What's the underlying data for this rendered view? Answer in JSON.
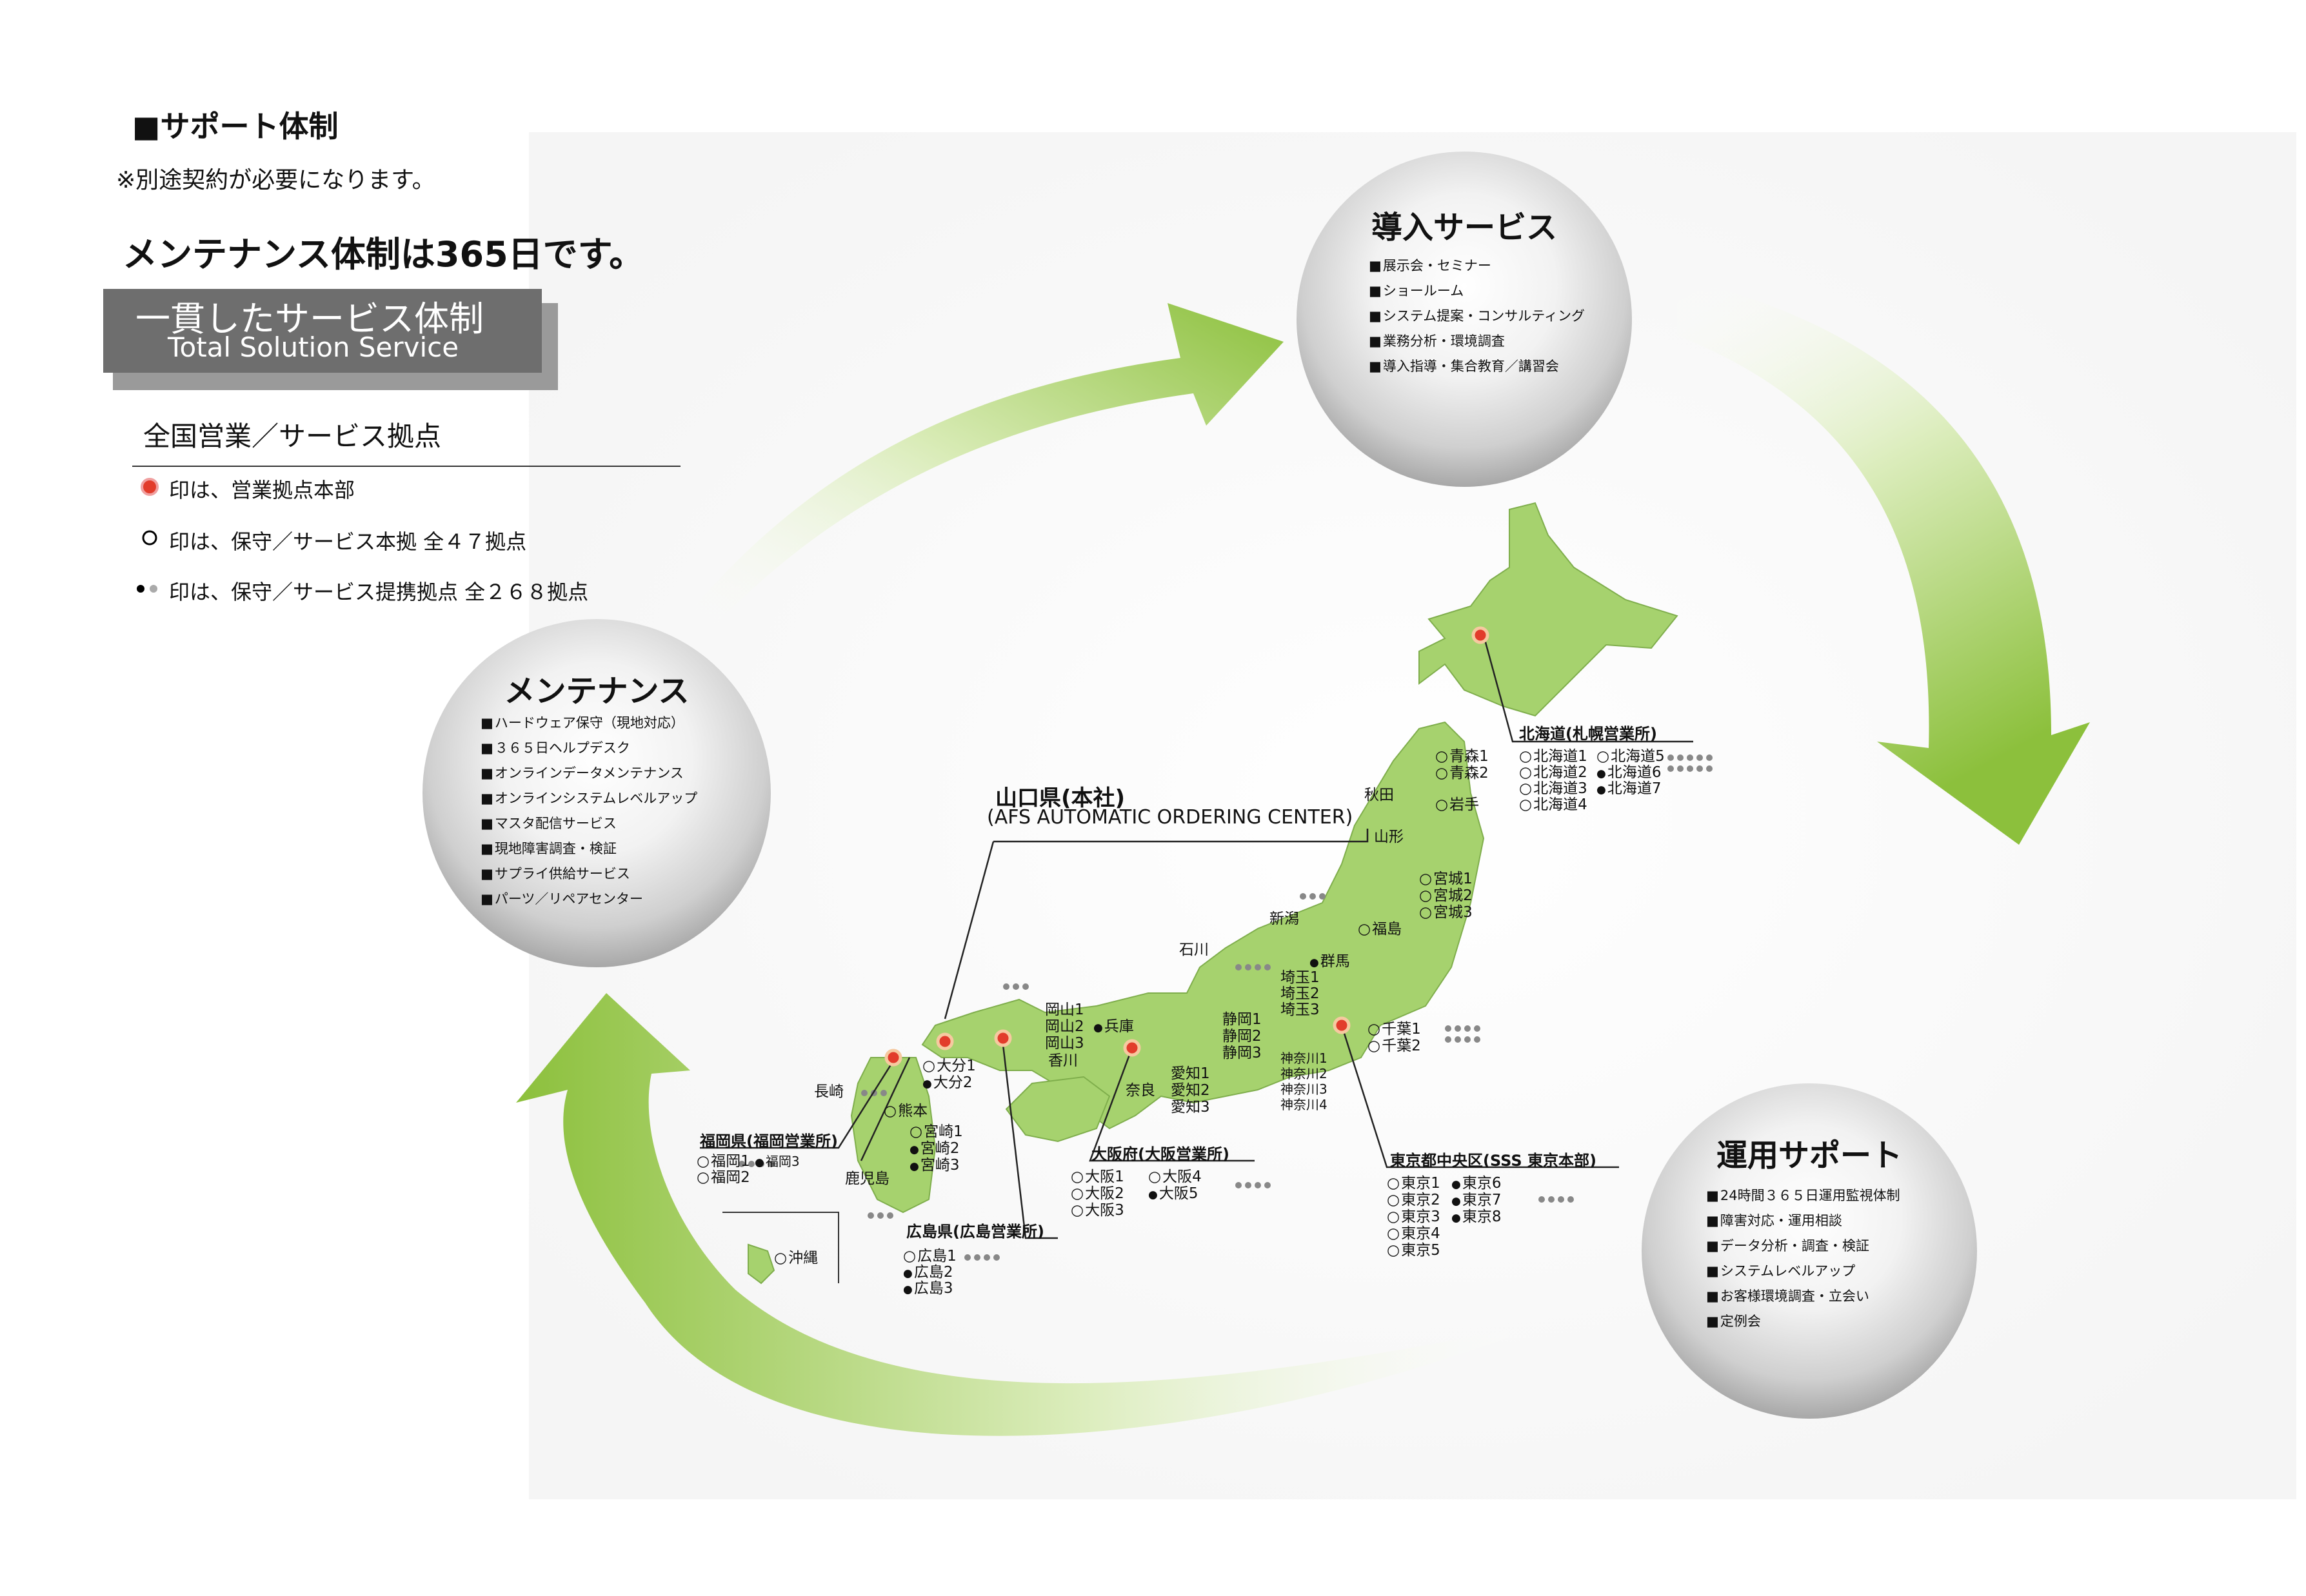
{
  "header": {
    "title": "■サポート体制",
    "note": "※別途契約が必要になります。",
    "headline": "メンテナンス体制は365日です。",
    "banner_jp": "一貫したサービス体制",
    "banner_en": "Total Solution Service"
  },
  "bases": {
    "title": "全国営業／サービス拠点",
    "legend": [
      "印は、営業拠点本部",
      "印は、保守／サービス本拠 全４７拠点",
      "印は、保守／サービス提携拠点 全２６８拠点"
    ]
  },
  "bubbles": {
    "intro": {
      "title": "導入サービス",
      "items": [
        "展示会・セミナー",
        "ショールーム",
        "システム提案・コンサルティング",
        "業務分析・環境調査",
        "導入指導・集合教育／講習会"
      ]
    },
    "maintenance": {
      "title": "メンテナンス",
      "items": [
        "ハードウェア保守（現地対応）",
        "３６５日ヘルプデスク",
        "オンラインデータメンテナンス",
        "オンラインシステムレベルアップ",
        "マスタ配信サービス",
        "現地障害調査・検証",
        "サプライ供給サービス",
        "パーツ／リペアセンター"
      ]
    },
    "operation": {
      "title": "運用サポート",
      "items": [
        "24時間３６５日運用監視体制",
        "障害対応・運用相談",
        "データ分析・調査・検証",
        "システムレベルアップ",
        "お客様環境調査・立会い",
        "定例会"
      ]
    }
  },
  "map": {
    "hq_title": "山口県(本社)",
    "hq_sub": "(AFS AUTOMATIC ORDERING CENTER)",
    "offices": {
      "hokkaido": "北海道(札幌営業所)",
      "fukuoka": "福岡県(福岡営業所)",
      "hiroshima": "広島県(広島営業所)",
      "osaka": "大阪府(大阪営業所)",
      "tokyo": "東京都中央区(SSS 東京本部)"
    },
    "labels": {
      "hokkaido_list": [
        "北海道1",
        "北海道2",
        "北海道3",
        "北海道4",
        "北海道5",
        "北海道6",
        "北海道7"
      ],
      "aomori1": "青森1",
      "aomori2": "青森2",
      "akita": "秋田",
      "iwate": "岩手",
      "yamagata": "山形",
      "miyagi1": "宮城1",
      "miyagi2": "宮城2",
      "miyagi3": "宮城3",
      "niigata": "新潟",
      "fukushima": "福島",
      "ishikawa": "石川",
      "gunma": "群馬",
      "saitama1": "埼玉1",
      "saitama2": "埼玉2",
      "saitama3": "埼玉3",
      "chiba1": "千葉1",
      "chiba2": "千葉2",
      "shizuoka1": "静岡1",
      "shizuoka2": "静岡2",
      "shizuoka3": "静岡3",
      "kanagawa1": "神奈川1",
      "kanagawa2": "神奈川2",
      "kanagawa3": "神奈川3",
      "kanagawa4": "神奈川4",
      "aichi1": "愛知1",
      "aichi2": "愛知2",
      "aichi3": "愛知3",
      "nara": "奈良",
      "okayama1": "岡山1",
      "okayama2": "岡山2",
      "okayama3": "岡山3",
      "hyogo": "兵庫",
      "kagawa": "香川",
      "oita1": "大分1",
      "oita2": "大分2",
      "nagasaki": "長崎",
      "kumamoto": "熊本",
      "miyazaki1": "宮崎1",
      "miyazaki2": "宮崎2",
      "miyazaki3": "宮崎3",
      "kagoshima": "鹿児島",
      "okinawa": "沖縄",
      "fukuoka1": "福岡1",
      "fukuoka2": "福岡2",
      "fukuoka3": "福岡3",
      "hiroshima1": "広島1",
      "hiroshima2": "広島2",
      "hiroshima3": "広島3",
      "osaka1": "大阪1",
      "osaka2": "大阪2",
      "osaka3": "大阪3",
      "osaka4": "大阪4",
      "osaka5": "大阪5",
      "tokyo1": "東京1",
      "tokyo2": "東京2",
      "tokyo3": "東京3",
      "tokyo4": "東京4",
      "tokyo5": "東京5",
      "tokyo6": "東京6",
      "tokyo7": "東京7",
      "tokyo8": "東京8"
    }
  },
  "colors": {
    "map_green": "#a6d26e",
    "arrow_green": "#9cc84a",
    "hq_red": "#e23c2b",
    "banner_gray": "#6e6e6e"
  }
}
